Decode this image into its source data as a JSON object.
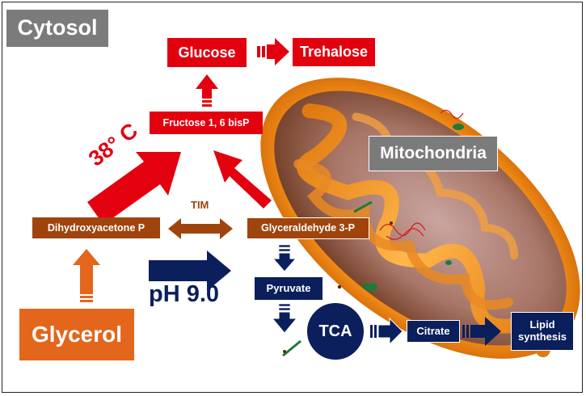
{
  "labels": {
    "cytosol": "Cytosol",
    "mitochondria": "Mitochondria",
    "glucose": "Glucose",
    "trehalose": "Trehalose",
    "fructose": "Fructose 1, 6 bisP",
    "temperature": "38° C",
    "dhap": "Dihydroxyacetone P",
    "tim": "TIM",
    "g3p": "Glyceraldehyde 3-P",
    "ph": "pH 9.0",
    "pyruvate": "Pyruvate",
    "tca": "TCA",
    "citrate": "Citrate",
    "lipid": "Lipid synthesis",
    "glycerol": "Glycerol"
  },
  "colors": {
    "red": "#e3000f",
    "brown": "#a0440e",
    "orange": "#e3661c",
    "navy": "#0a1f5c",
    "gray": "#7b7b7b",
    "mito_outer": "#f08a16",
    "mito_inner": "#b8673a"
  }
}
